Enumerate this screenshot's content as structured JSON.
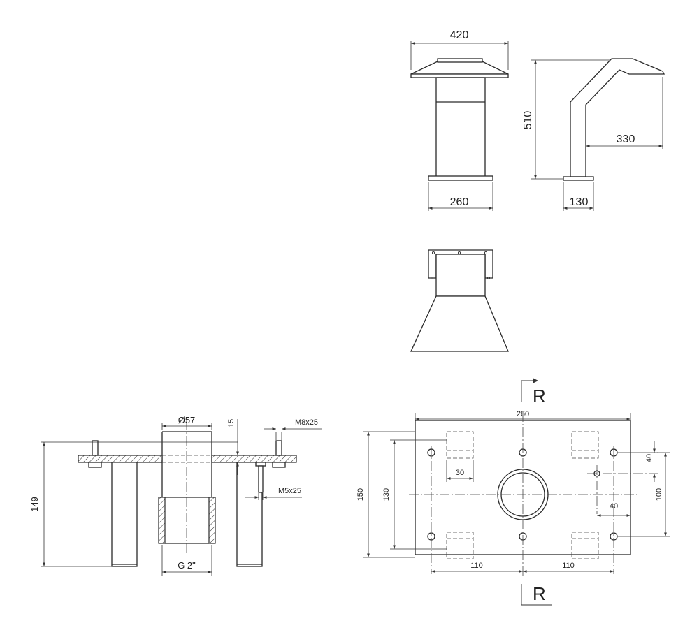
{
  "views": {
    "front": {
      "dim_top": "420",
      "dim_bottom": "260"
    },
    "side": {
      "dim_height": "510",
      "dim_reach": "330",
      "dim_base": "130"
    }
  },
  "section": {
    "dim_bore": "Ø57",
    "dim_plate": "15",
    "dim_bolt": "M8x25",
    "dim_screw": "M5x25",
    "dim_height": "149",
    "dim_thread": "G 2\""
  },
  "plate": {
    "dim_width": "260",
    "dim_height_outer": "150",
    "dim_height_inner": "130",
    "dim_slot": "30",
    "dim_hole_y": "40",
    "dim_hole_x": "40",
    "dim_hole_span": "100",
    "dim_left": "110",
    "dim_right": "110",
    "section_top": "R",
    "section_bottom": "R"
  }
}
